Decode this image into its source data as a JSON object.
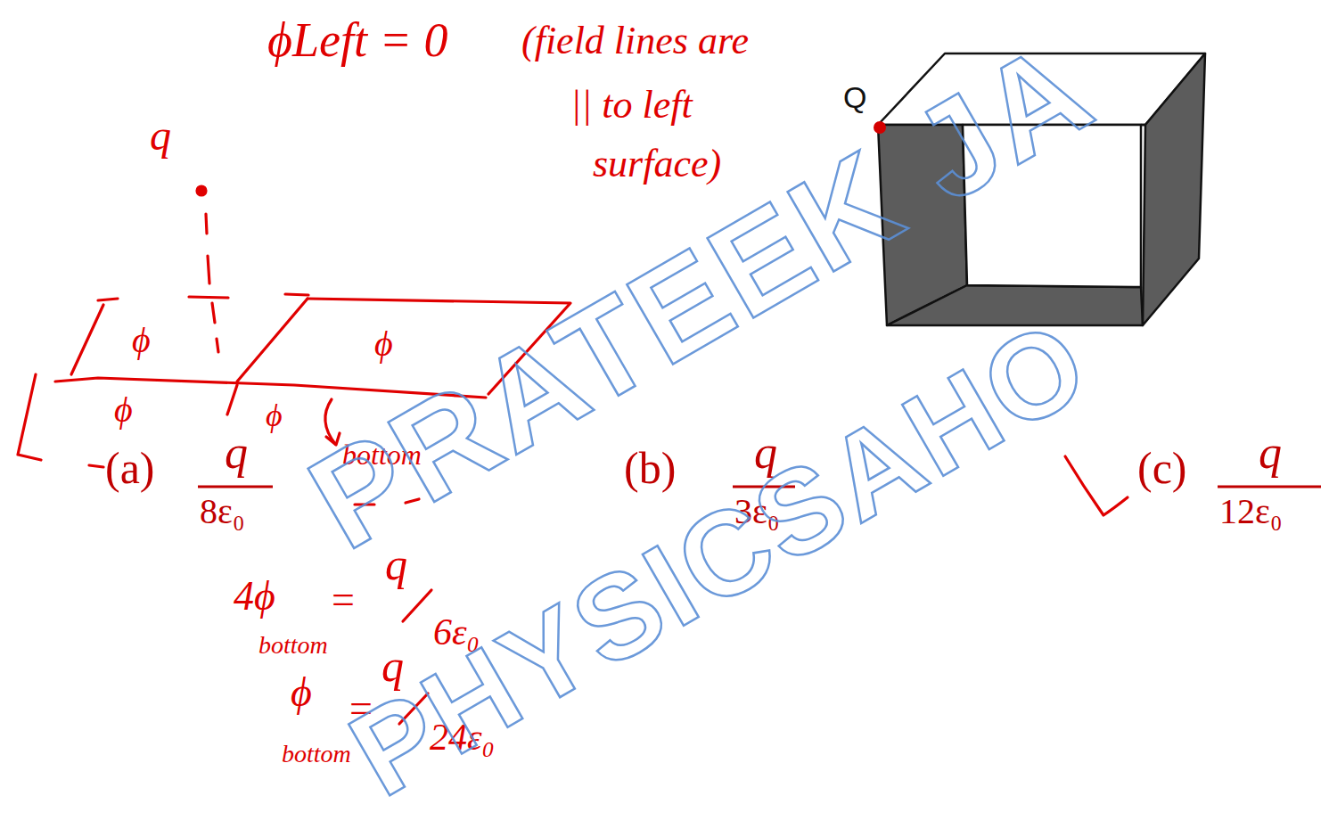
{
  "diagram": {
    "labels": [
      "ϕLeft = 0",
      "(field lines are",
      "|| to left",
      "surface)",
      "Q",
      "q",
      "ϕ",
      "ϕ",
      "ϕ",
      "ϕ",
      "bottom",
      "(a)",
      "q",
      "8ε₀",
      "(b)",
      "q",
      "3ε₀",
      "(c)",
      "q",
      "12ε₀",
      "4ϕ",
      "bottom",
      "=",
      "q",
      "6ε₀",
      "ϕ",
      "bottom",
      "=",
      "q",
      "24ε₀",
      "PRATEEK JA",
      "PHYSICSAHO"
    ]
  }
}
